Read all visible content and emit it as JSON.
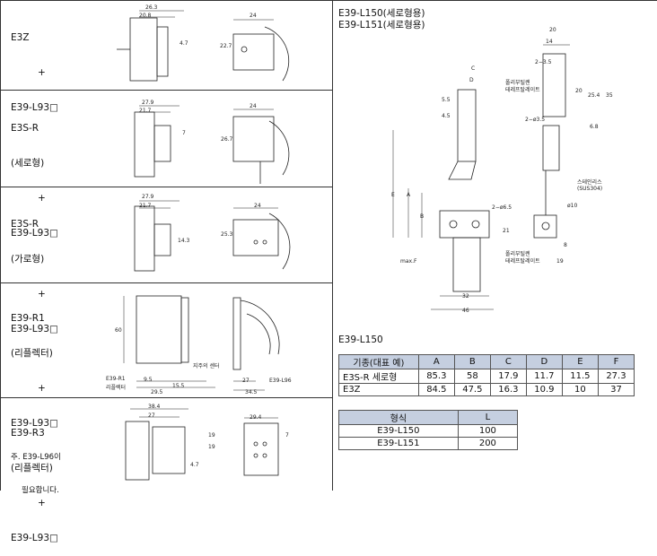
{
  "sections": [
    {
      "id": "e3z",
      "lines": [
        "E3Z",
        "+",
        "E39-L93□"
      ],
      "dims": [
        "26.3",
        "20.8",
        "4.7",
        "24",
        "22.7"
      ]
    },
    {
      "id": "e3sr-v",
      "lines": [
        "E3S-R",
        "(세로형)",
        "+",
        "E39-L93□"
      ],
      "dims": [
        "27.9",
        "21.7",
        "7",
        "24",
        "26.7"
      ]
    },
    {
      "id": "e3sr-h",
      "lines": [
        "E3S-R",
        "(가로형)",
        "+",
        "E39-L93□"
      ],
      "dims": [
        "27.9",
        "21.7",
        "14.3",
        "24",
        "25.3"
      ]
    },
    {
      "id": "e39r1",
      "lines": [
        "E39-R1",
        "(리플렉터)",
        "+",
        "E39-L93□"
      ],
      "note": [
        "주. E39-L96이",
        "필요합니다."
      ],
      "dims": [
        "60",
        "9.5",
        "15.5",
        "29.5",
        "27",
        "34.5"
      ],
      "labels": [
        "E39-R1",
        "리플렉터",
        "지주의 센터",
        "E39-L96"
      ]
    },
    {
      "id": "e39r3",
      "lines": [
        "E39-R3",
        "(리플렉터)",
        "+",
        "E39-L93□"
      ],
      "dims": [
        "38.4",
        "27",
        "19",
        "19",
        "4.7",
        "29.4",
        "7"
      ]
    }
  ],
  "right_title": [
    "E39-L150(세로형용)",
    "E39-L151(세로형용)"
  ],
  "right_dims": [
    "20",
    "14",
    "2−3.5",
    "25.4",
    "35",
    "20",
    "6.8",
    "2−ø3.5",
    "C",
    "D",
    "5.5",
    "4.5",
    "E",
    "A",
    "B",
    "2−ø6.5",
    "ø10",
    "21",
    "8",
    "19",
    "32",
    "46",
    "max.F"
  ],
  "right_labels": [
    "폴리부틸렌",
    "테레프탈레이트",
    "스테인리스",
    "(SUS304)",
    "폴리부틸렌",
    "테레프탈레이트"
  ],
  "table1_title": "E39-L150",
  "table1": {
    "headers": [
      "기종(대표 예)",
      "A",
      "B",
      "C",
      "D",
      "E",
      "F"
    ],
    "rows": [
      [
        "E3S-R 세로형",
        "85.3",
        "58",
        "17.9",
        "11.7",
        "11.5",
        "27.3"
      ],
      [
        "E3Z",
        "84.5",
        "47.5",
        "16.3",
        "10.9",
        "10",
        "37"
      ]
    ]
  },
  "table2": {
    "headers": [
      "형식",
      "L"
    ],
    "rows": [
      [
        "E39-L150",
        "100"
      ],
      [
        "E39-L151",
        "200"
      ]
    ]
  }
}
